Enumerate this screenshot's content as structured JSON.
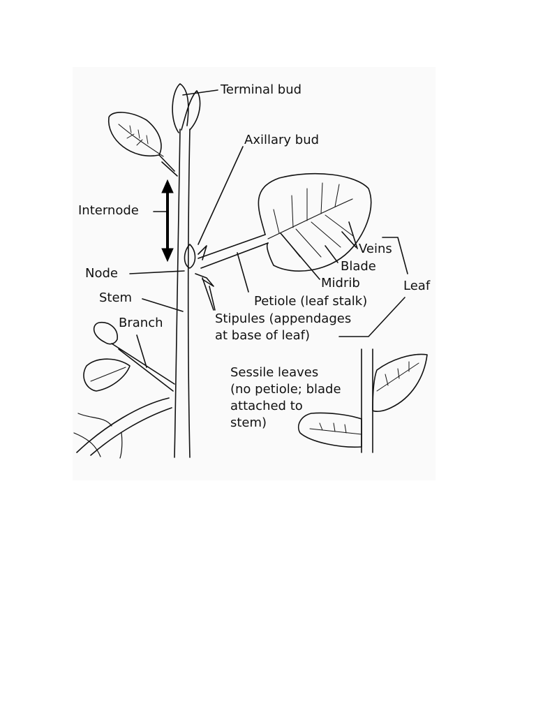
{
  "labels": {
    "terminal_bud": "Terminal bud",
    "axillary_bud": "Axillary bud",
    "internode": "Internode",
    "veins": "Veins",
    "blade": "Blade",
    "node": "Node",
    "midrib": "Midrib",
    "leaf": "Leaf",
    "stem": "Stem",
    "petiole": "Petiole (leaf stalk)",
    "branch": "Branch",
    "stipules_line1": "Stipules (appendages",
    "stipules_line2": "at base of leaf)",
    "sessile": "Sessile leaves\n(no petiole; blade\nattached to\nstem)"
  },
  "colors": {
    "ink": "#111111",
    "panel": "#fafafa",
    "arrow": "#000000"
  }
}
